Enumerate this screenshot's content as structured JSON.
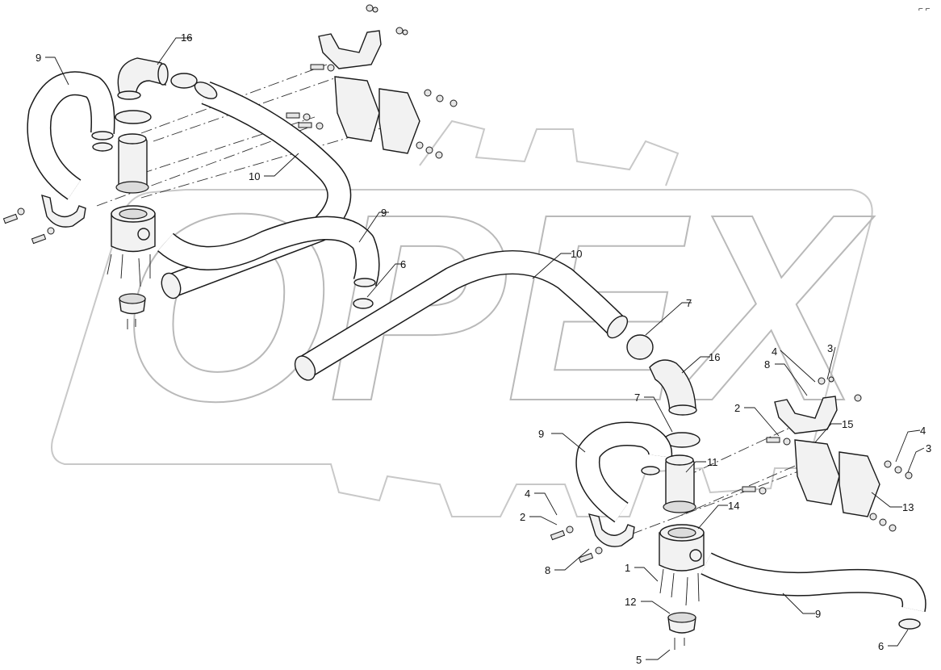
{
  "watermark": "OPEX",
  "corner_mark": "⌐ ⌐",
  "callouts": [
    {
      "id": "c16a",
      "text": "16"
    },
    {
      "id": "c9a",
      "text": "9"
    },
    {
      "id": "c10a",
      "text": "10"
    },
    {
      "id": "c9b",
      "text": "9"
    },
    {
      "id": "c6a",
      "text": "6"
    },
    {
      "id": "c10b",
      "text": "10"
    },
    {
      "id": "c7a",
      "text": "7"
    },
    {
      "id": "c16b",
      "text": "16"
    },
    {
      "id": "c4a",
      "text": "4"
    },
    {
      "id": "c3a",
      "text": "3"
    },
    {
      "id": "c8a",
      "text": "8"
    },
    {
      "id": "c2a",
      "text": "2"
    },
    {
      "id": "c15",
      "text": "15"
    },
    {
      "id": "c4b",
      "text": "4"
    },
    {
      "id": "c3b",
      "text": "3"
    },
    {
      "id": "c7b",
      "text": "7"
    },
    {
      "id": "c9c",
      "text": "9"
    },
    {
      "id": "c11",
      "text": "11"
    },
    {
      "id": "c13",
      "text": "13"
    },
    {
      "id": "c4c",
      "text": "4"
    },
    {
      "id": "c2b",
      "text": "2"
    },
    {
      "id": "c14",
      "text": "14"
    },
    {
      "id": "c8b",
      "text": "8"
    },
    {
      "id": "c1",
      "text": "1"
    },
    {
      "id": "c12",
      "text": "12"
    },
    {
      "id": "c9d",
      "text": "9"
    },
    {
      "id": "c5",
      "text": "5"
    },
    {
      "id": "c6b",
      "text": "6"
    }
  ]
}
